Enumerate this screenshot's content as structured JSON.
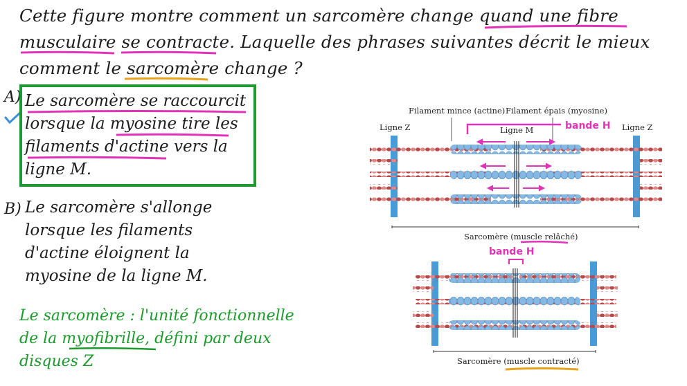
{
  "question": {
    "lines": [
      "Cette figure montre comment un sarcomère change quand une fibre",
      "musculaire se contracte. Laquelle des phrases suivantes décrit le mieux",
      "comment le sarcomère change ?"
    ]
  },
  "choices": [
    {
      "marker": "A)",
      "lines": [
        "Le sarcomère se raccourcit",
        "lorsque la myosine tire les",
        "filaments d'actine vers la",
        "ligne M."
      ],
      "selected": true
    },
    {
      "marker": "B)",
      "lines": [
        "Le sarcomère s'allonge",
        "lorsque les filaments",
        "d'actine éloignent la",
        "myosine de la ligne M."
      ],
      "selected": false
    }
  ],
  "note": {
    "lines": [
      "Le sarcomère : l'unité fonctionnelle",
      "de la myofibrille, défini par deux",
      "disques Z"
    ],
    "color": "#1c9a2c"
  },
  "diagram": {
    "labels": {
      "thin_filament": "Filament mince (actine)",
      "thick_filament": "Filament épais (myosine)",
      "z_line_left": "Ligne Z",
      "z_line_right": "Ligne Z",
      "m_line": "Ligne M",
      "h_band_top": "bande H",
      "sarcomere_relaxed": "Sarcomère (muscle relâché)",
      "h_band_bottom": "bande H",
      "sarcomere_contracted": "Sarcomère (muscle contracté)"
    },
    "colors": {
      "z_disc": "#4a9ad6",
      "actin": "#b84a4a",
      "myosin": "#86b8e4",
      "annotation": "#e033b8",
      "highlight": "#e8a21c",
      "frame_green": "#1f9a33"
    }
  },
  "icons": {
    "check": "check-icon"
  }
}
